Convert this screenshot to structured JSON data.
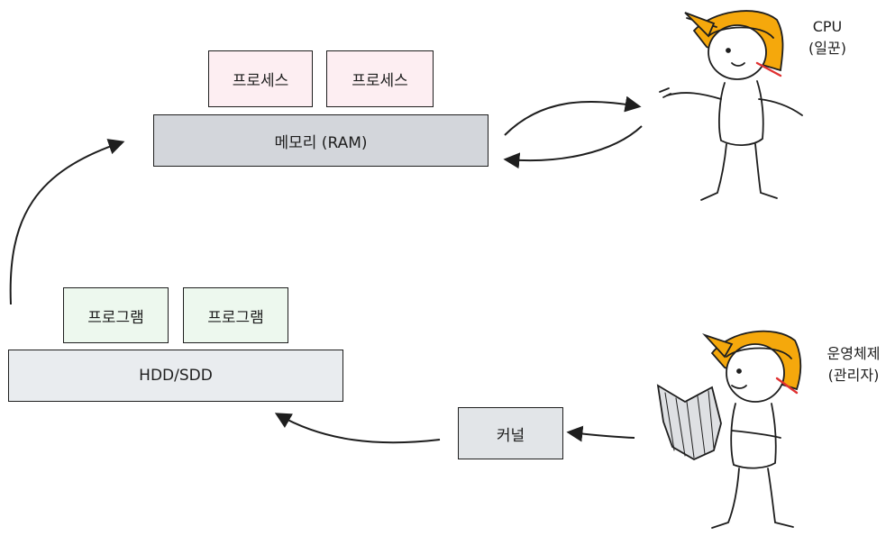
{
  "processes": [
    "프로세스",
    "프로세스"
  ],
  "memory_label": "메모리 (RAM)",
  "programs": [
    "프로그램",
    "프로그램"
  ],
  "disk_label": "HDD/SDD",
  "kernel_label": "커널",
  "cpu": {
    "line1": "CPU",
    "line2": "(일꾼)"
  },
  "os": {
    "line1": "운영체제",
    "line2": "(관리자)"
  },
  "colors": {
    "process_fill": "#fdeef2",
    "program_fill": "#edf8ee",
    "memory_fill": "#d3d6db",
    "disk_fill": "#e9ecef",
    "kernel_fill": "#e2e5e8",
    "helmet": "#f5a80c",
    "stroke": "#1e1e1e"
  }
}
